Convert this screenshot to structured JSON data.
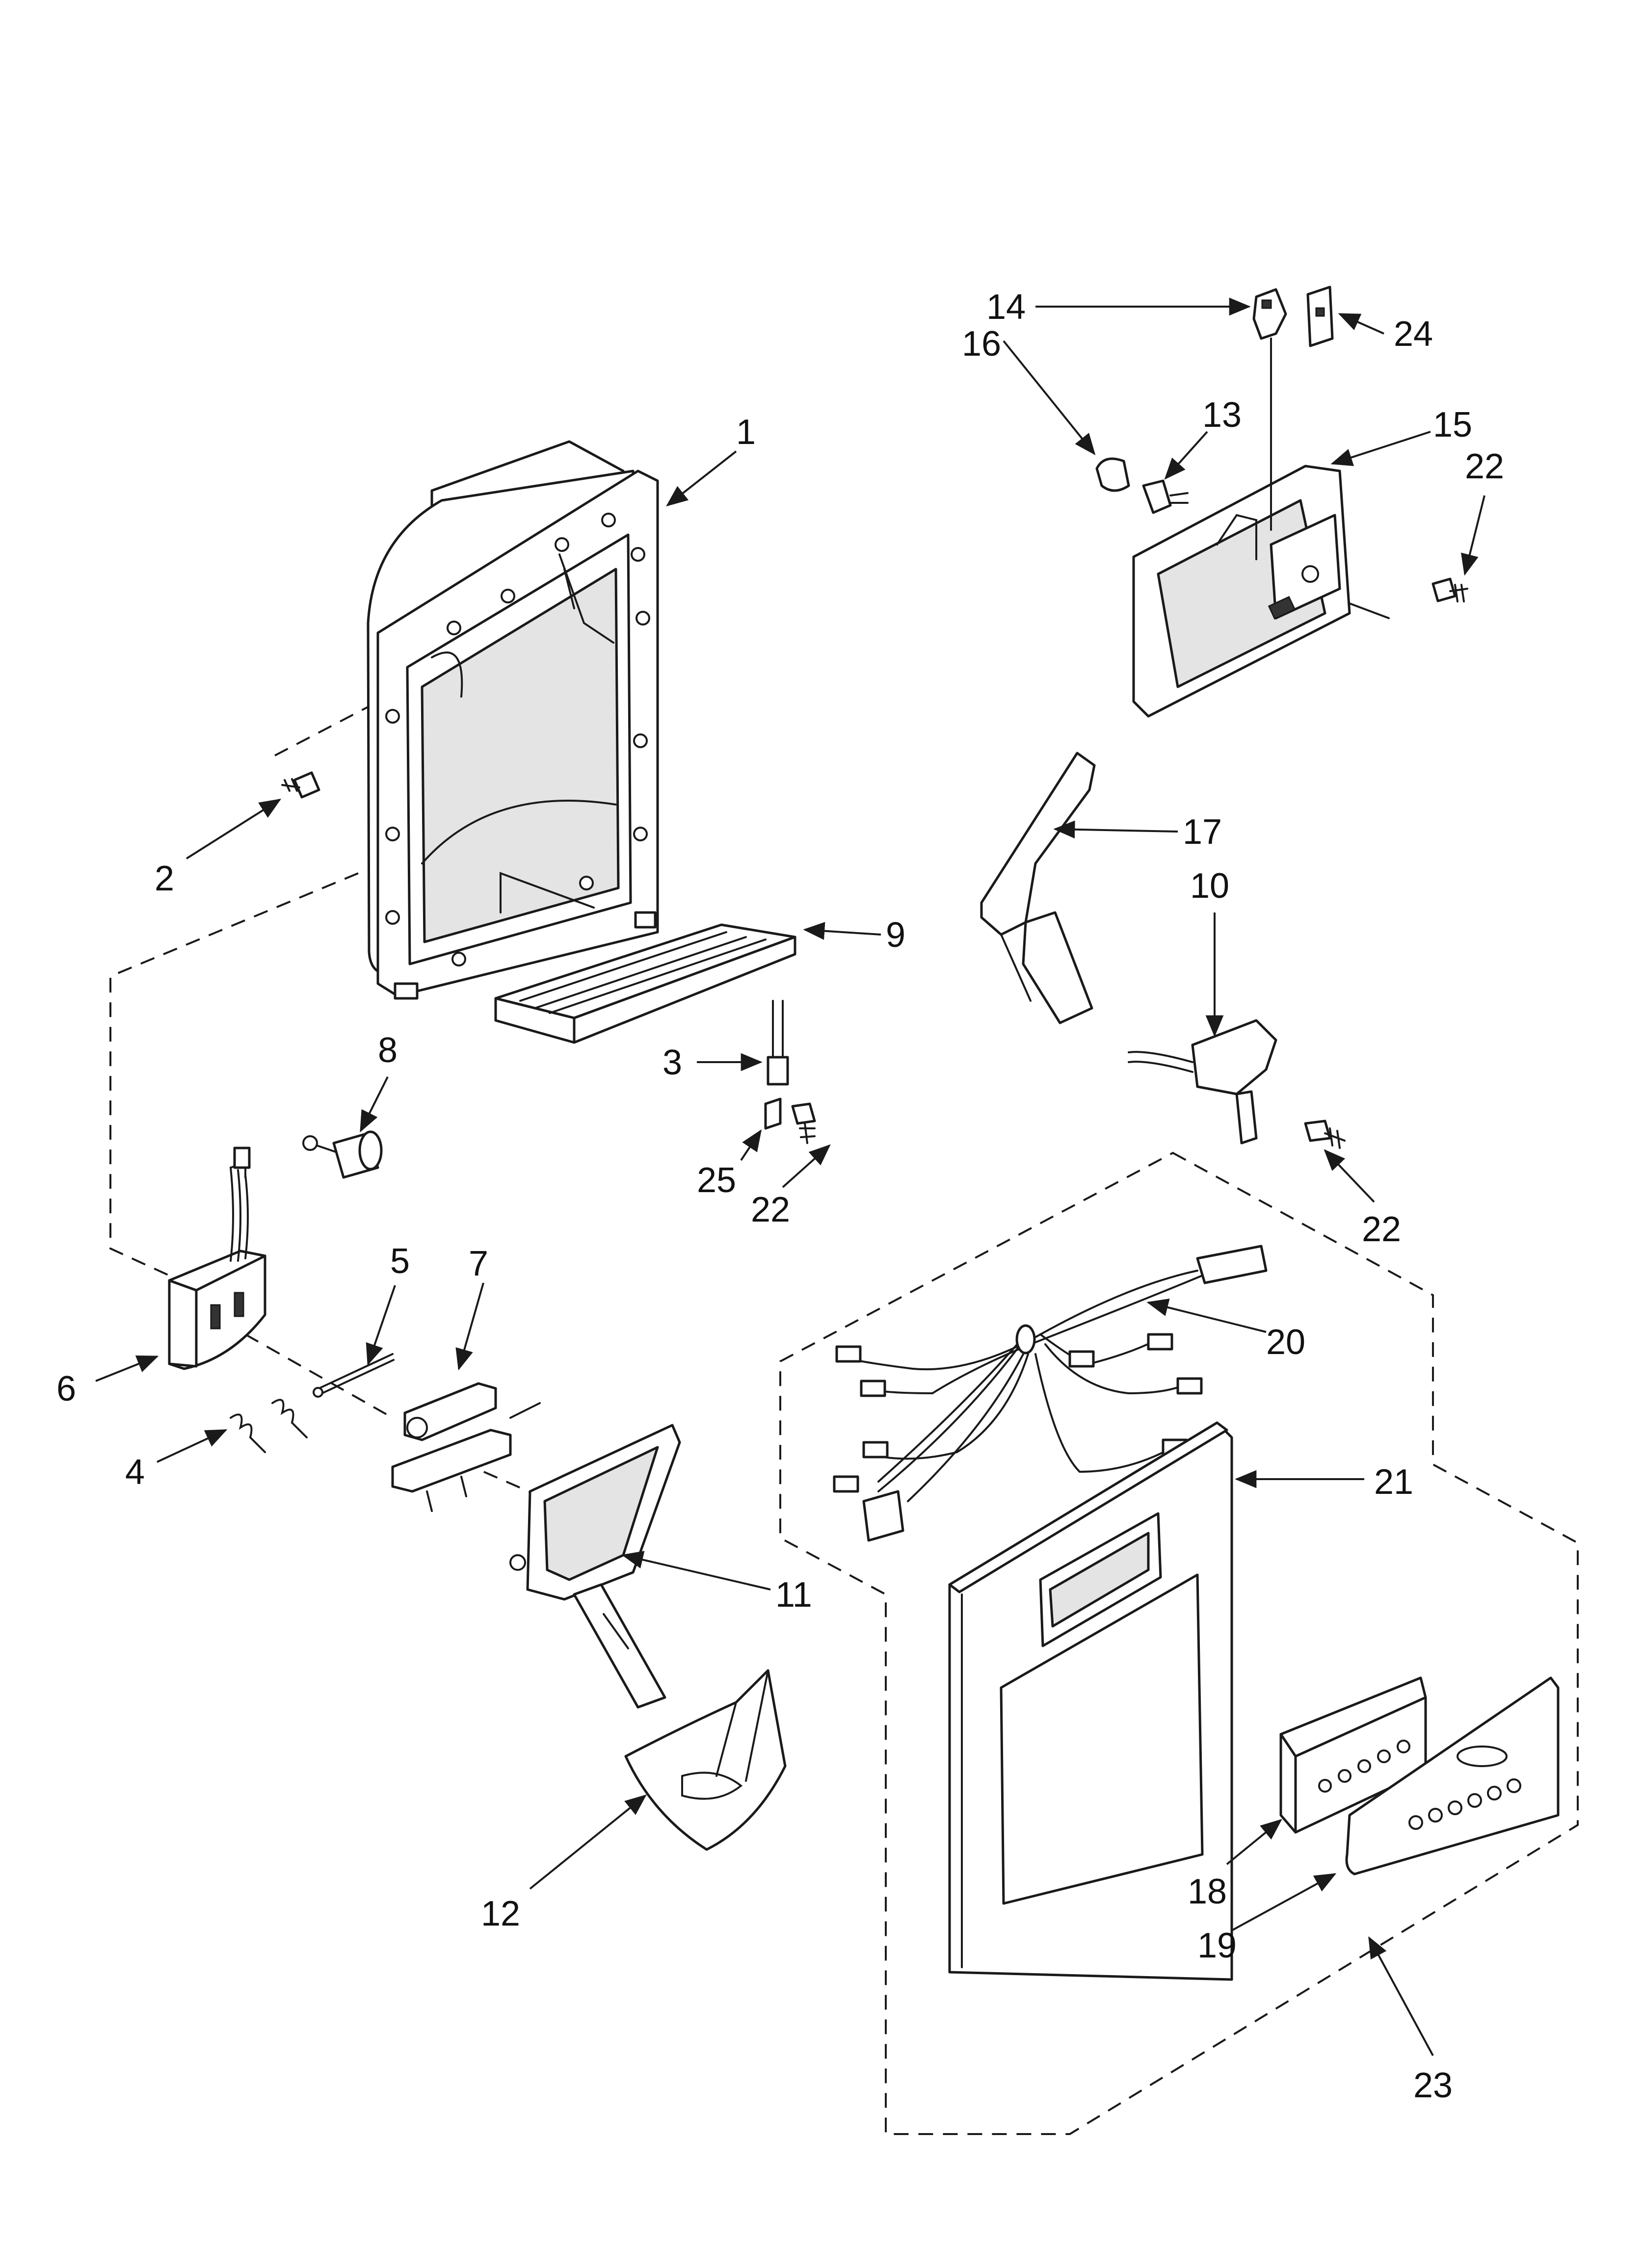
{
  "diagram": {
    "colors": {
      "ink": "#1a1a1a",
      "fill": "#ffffff",
      "shade": "#e4e4e4"
    },
    "callouts": [
      {
        "id": "1",
        "label": "1"
      },
      {
        "id": "2",
        "label": "2"
      },
      {
        "id": "3",
        "label": "3"
      },
      {
        "id": "4",
        "label": "4"
      },
      {
        "id": "5",
        "label": "5"
      },
      {
        "id": "6",
        "label": "6"
      },
      {
        "id": "7",
        "label": "7"
      },
      {
        "id": "8",
        "label": "8"
      },
      {
        "id": "9",
        "label": "9"
      },
      {
        "id": "10",
        "label": "10"
      },
      {
        "id": "11",
        "label": "11"
      },
      {
        "id": "12",
        "label": "12"
      },
      {
        "id": "13",
        "label": "13"
      },
      {
        "id": "14",
        "label": "14"
      },
      {
        "id": "15",
        "label": "15"
      },
      {
        "id": "16",
        "label": "16"
      },
      {
        "id": "17",
        "label": "17"
      },
      {
        "id": "18",
        "label": "18"
      },
      {
        "id": "19",
        "label": "19"
      },
      {
        "id": "20",
        "label": "20"
      },
      {
        "id": "21",
        "label": "21"
      },
      {
        "id": "22a",
        "label": "22"
      },
      {
        "id": "22b",
        "label": "22"
      },
      {
        "id": "22c",
        "label": "22"
      },
      {
        "id": "23",
        "label": "23"
      },
      {
        "id": "24",
        "label": "24"
      },
      {
        "id": "25",
        "label": "25"
      }
    ]
  }
}
